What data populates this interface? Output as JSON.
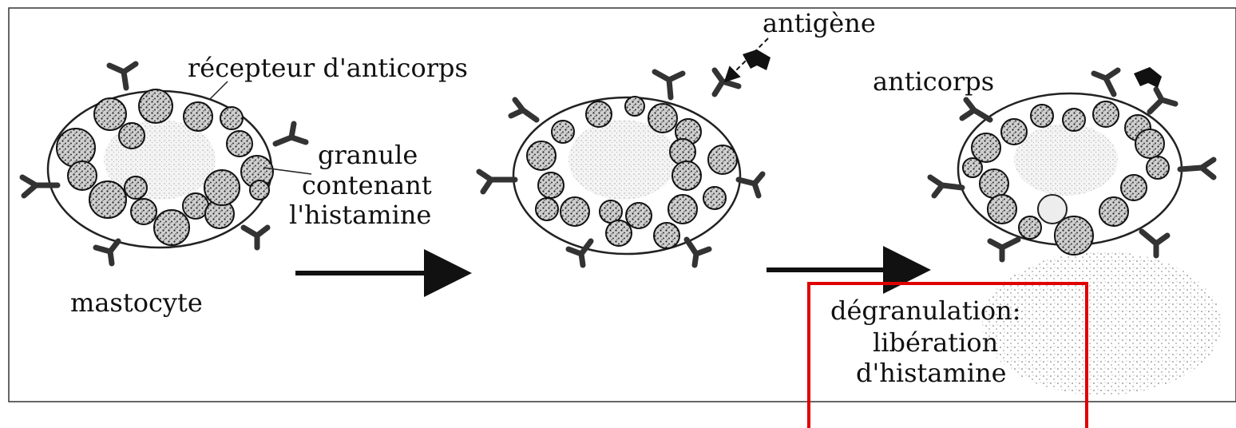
{
  "labels": {
    "receptor": "récepteur d'anticorps",
    "granule_line1": "granule",
    "granule_line2": "contenant",
    "granule_line3": "l'histamine",
    "mastocyte": "mastocyte",
    "antigen": "antigène",
    "antibody": "anticorps",
    "degran_line1": "dégranulation:",
    "degran_line2": "libération",
    "degran_line3": "d'histamine"
  },
  "colors": {
    "highlight": "#e00000",
    "ink": "#111111",
    "frame": "#333333"
  }
}
